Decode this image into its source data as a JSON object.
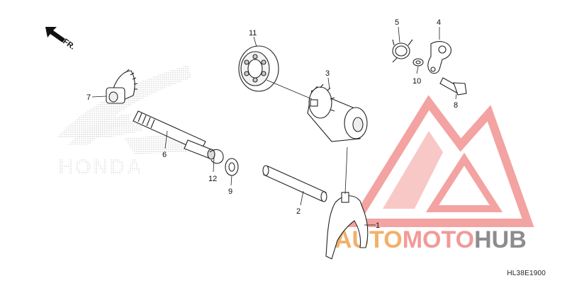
{
  "direction_label": "FR.",
  "brand_watermark": "HONDA",
  "site_watermark": {
    "part1": "AUTO",
    "part2": "MOTO",
    "part3": "HUB"
  },
  "diagram_code": "HL38E1900",
  "callouts": {
    "c1": "1",
    "c2": "2",
    "c3": "3",
    "c4": "4",
    "c5": "5",
    "c6": "6",
    "c7": "7",
    "c8": "8",
    "c9": "9",
    "c10": "10",
    "c11": "11",
    "c12": "12"
  },
  "colors": {
    "watermark_red": "#f29a98",
    "watermark_orange": "#f2b06a",
    "watermark_gray": "#8c8c8c",
    "line": "#222222",
    "part_fill": "#ffffff",
    "dot_pattern": "#c9c9c9"
  },
  "icons": {
    "direction": "arrow-up-left-icon"
  }
}
